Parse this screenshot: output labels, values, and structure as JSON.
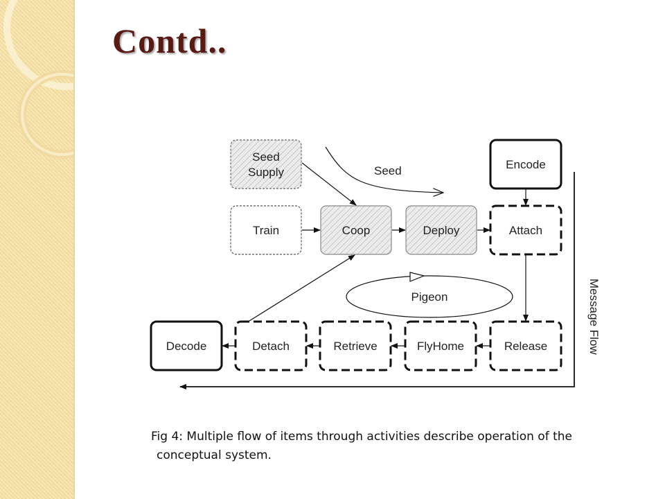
{
  "slide": {
    "title": "Contd..",
    "caption_line1": "Fig 4: Multiple flow of items through activities describe operation of the",
    "caption_line2": "conceptual system."
  },
  "diagram": {
    "nodes": {
      "seed_supply_line1": "Seed",
      "seed_supply_line2": "Supply",
      "train": "Train",
      "coop": "Coop",
      "deploy": "Deploy",
      "encode": "Encode",
      "attach": "Attach",
      "decode": "Decode",
      "detach": "Detach",
      "retrieve": "Retrieve",
      "flyhome": "FlyHome",
      "release": "Release",
      "pigeon": "Pigeon"
    },
    "labels": {
      "seed": "Seed",
      "message_flow": "Message Flow"
    }
  },
  "colors": {
    "title": "#5a1a14",
    "sidebar": "#f4e0a8",
    "hatch_fill": "#e2e2e2",
    "stroke": "#111111"
  }
}
